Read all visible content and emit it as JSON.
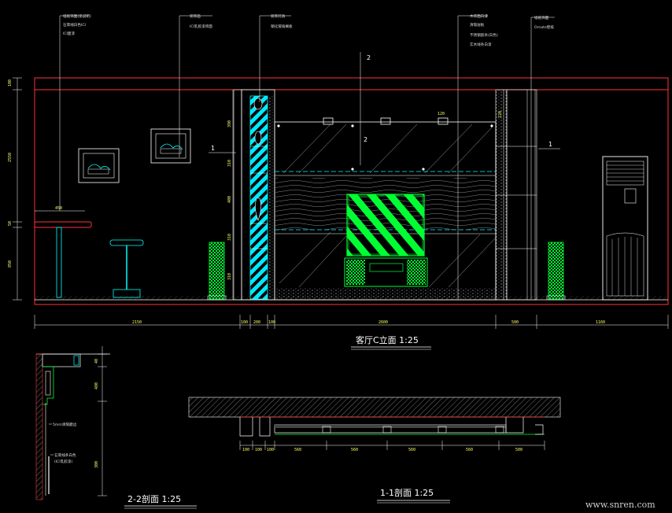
{
  "titles": {
    "main": "客厅C立面 1:25",
    "section_2": "2-2剖面 1:25",
    "section_1": "1-1剖面 1:25"
  },
  "section_marks": {
    "one_left": "1",
    "one_right": "1",
    "two": "2",
    "two_b": "2"
  },
  "watermark": "www.snren.com",
  "callouts": {
    "g1": [
      "墙纸饰面(见说明)",
      "石膏线白色ICI",
      "ICI面漆"
    ],
    "g2": [
      "装饰画",
      "ICI乳胶漆饰面"
    ],
    "g3": [
      "装饰灯具",
      "钢化玻璃搁板"
    ],
    "g4": [
      "木饰面白漆",
      "清玻层板",
      "不锈钢嵌条(白色)",
      "实木线条白漆"
    ],
    "g5": [
      "墙纸饰面",
      "Ornate壁纸"
    ]
  },
  "section2_notes": [
    "5mm清玻磨边",
    "石膏线条白色",
    "(ICI乳胶漆)"
  ],
  "dims": {
    "elev_bottom": [
      "2150",
      "100",
      "200",
      "100",
      "2600",
      "500",
      "1160"
    ],
    "elev_left": [
      "100",
      "2550",
      "50",
      "850"
    ],
    "elev_right": [
      "120",
      "390",
      "310",
      "400",
      "310",
      "310"
    ],
    "bar_width": "450",
    "tv_top": "120",
    "s1_bottom": [
      "100",
      "100",
      "100",
      "560",
      "560",
      "560",
      "560",
      "500"
    ],
    "s2_left": [
      "40",
      "480",
      "300"
    ]
  },
  "colors": {
    "wall": "#ff3333",
    "cyan": "#00ffff",
    "green": "#00ff33",
    "white": "#ffffff",
    "yellow": "#ffff66"
  }
}
